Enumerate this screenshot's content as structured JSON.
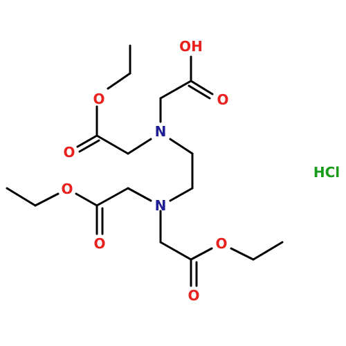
{
  "colors": {
    "carbon_bond": "#000000",
    "oxygen": "#e8211e",
    "nitrogen": "#1d1d96",
    "chlorine": "#1a9c1a"
  },
  "atoms": {
    "oh": "OH",
    "o_acid_dbl": "O",
    "o_ester1": "O",
    "o_ester1_dbl": "O",
    "n_upper": "N",
    "n_lower": "N",
    "o_ester2": "O",
    "o_ester2_dbl": "O",
    "o_ester3": "O",
    "o_ester3_dbl": "O"
  },
  "salt": {
    "label": "HCl"
  }
}
